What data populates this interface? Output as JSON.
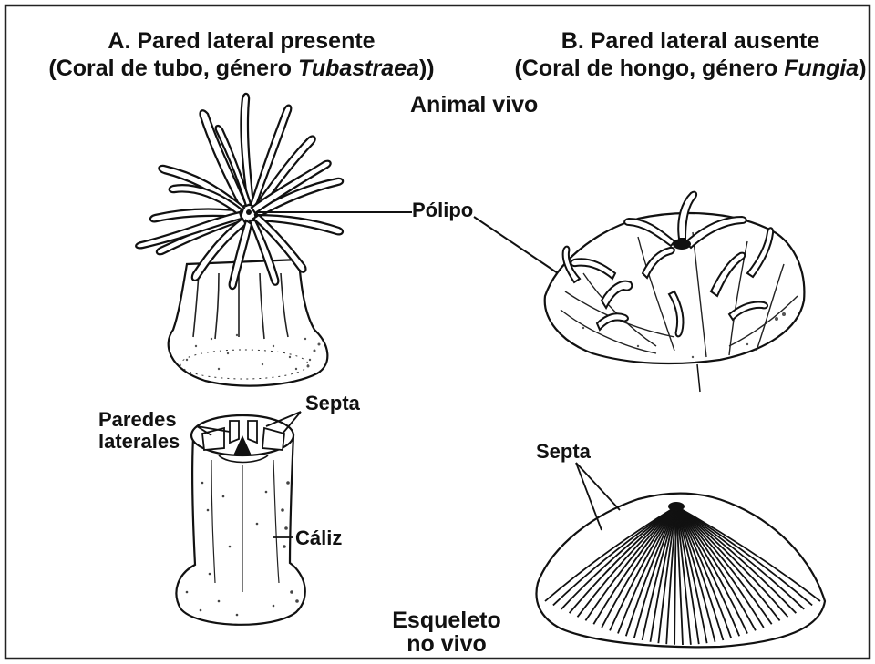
{
  "panel_a": {
    "title_line1": "A.  Pared lateral presente",
    "title_line2_prefix": "(Coral de tubo, género ",
    "title_line2_genus": "Tubastraea",
    "title_line2_suffix": "))"
  },
  "panel_b": {
    "title_line1": "B.  Pared lateral ausente",
    "title_line2_prefix": "(Coral de hongo, género  ",
    "title_line2_genus": "Fungia",
    "title_line2_suffix": ")"
  },
  "rows": {
    "live": "Animal vivo",
    "skeleton_line1": "Esqueleto",
    "skeleton_line2": "no vivo"
  },
  "labels": {
    "polyp": "Pólipo",
    "septa_a": "Septa",
    "side_walls_line1": "Paredes",
    "side_walls_line2": "laterales",
    "calyx": "Cáliz",
    "septa_b": "Septa"
  }
}
